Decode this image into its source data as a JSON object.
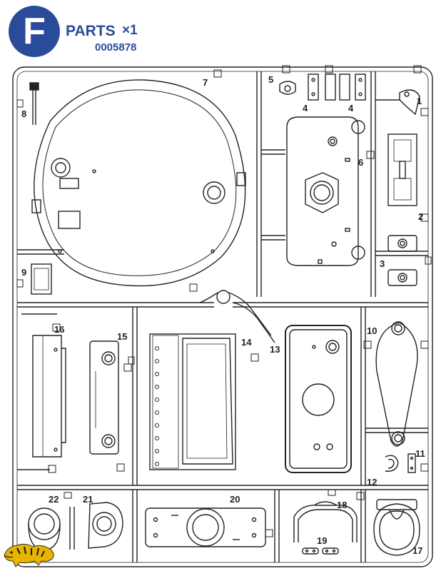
{
  "header": {
    "badge_letter": "F",
    "title": "PARTS",
    "multiplier": "×1",
    "part_number": "0005878",
    "accent_color": "#2a4a9a"
  },
  "callouts": [
    "1",
    "2",
    "3",
    "4",
    "4",
    "5",
    "6",
    "7",
    "8",
    "9",
    "10",
    "11",
    "12",
    "13",
    "14",
    "15",
    "16",
    "17",
    "18",
    "19",
    "20",
    "21",
    "22"
  ],
  "logo": {
    "icon": "tiger-icon",
    "color": "#e8b400"
  }
}
